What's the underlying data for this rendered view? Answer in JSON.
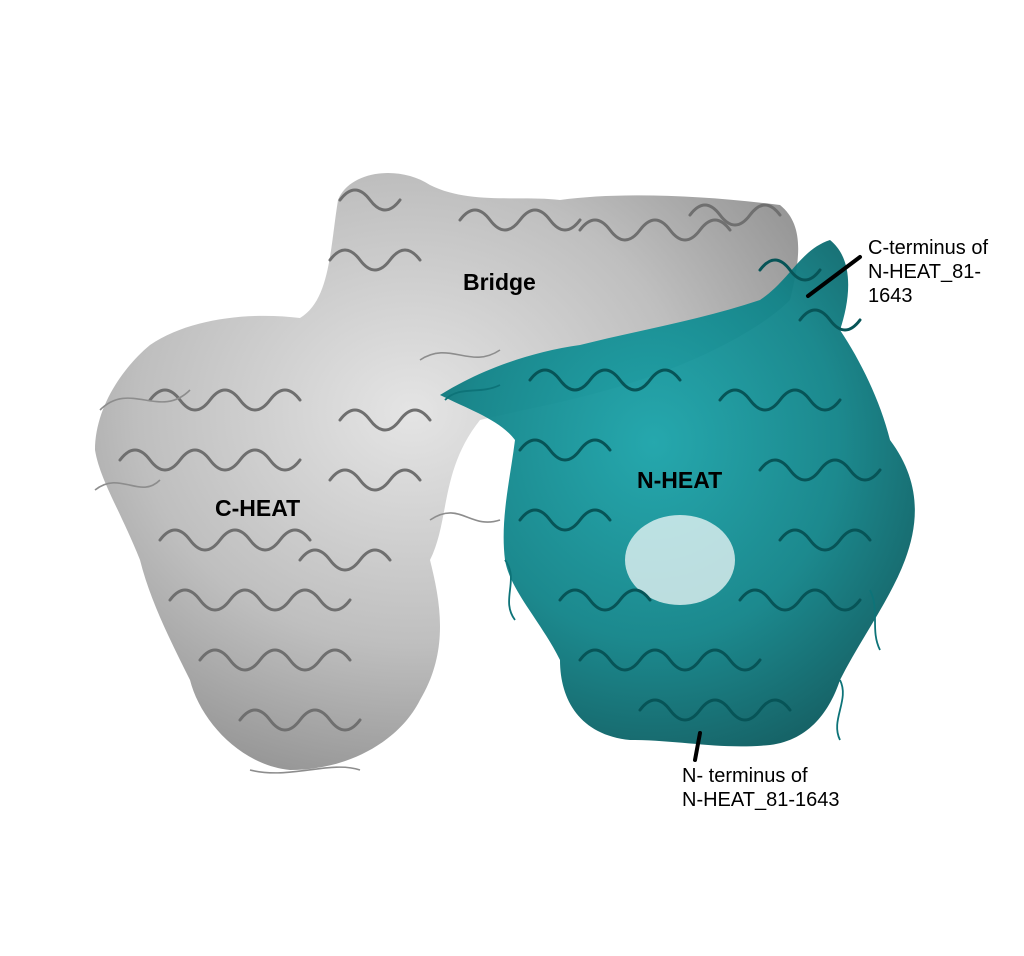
{
  "labels": {
    "bridge": "Bridge",
    "n_heat": "N-HEAT",
    "c_heat": "C-HEAT"
  },
  "annotations": {
    "c_terminus": "C-terminus of\nN-HEAT_81-\n1643",
    "n_terminus": "N- terminus of\nN-HEAT_81-1643"
  },
  "colors": {
    "background": "#ffffff",
    "grey_domain": "#b8b8b8",
    "grey_shadow": "#7c7c7c",
    "teal_domain": "#12868c",
    "teal_shadow": "#0a5356",
    "text": "#000000"
  },
  "icons": {
    "structure": "protein-ribbon-structure"
  }
}
